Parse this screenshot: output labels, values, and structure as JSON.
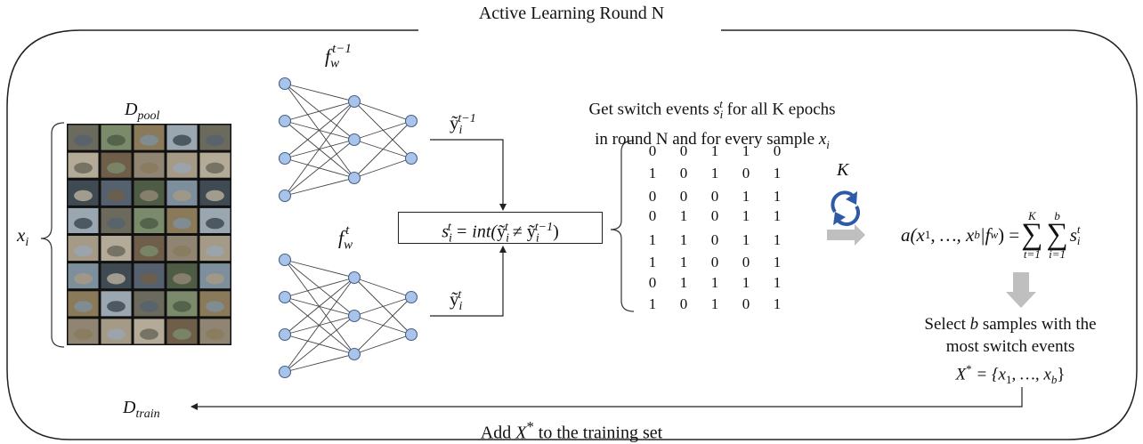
{
  "title": "Active Learning Round N",
  "pool_label": "D",
  "pool_label_sub": "pool",
  "input_label": "x",
  "input_label_sub": "i",
  "model_prev": {
    "base": "f",
    "sub": "w",
    "sup": "t−1"
  },
  "model_curr": {
    "base": "f",
    "sub": "w",
    "sup": "t"
  },
  "pred_prev": {
    "base": "ỹ",
    "sub": "i",
    "sup": "t−1"
  },
  "pred_curr": {
    "base": "ỹ",
    "sub": "i",
    "sup": "t"
  },
  "formula": {
    "lhs": "s",
    "lhs_sub": "i",
    "lhs_sup": "t",
    "eq": " = int(",
    "a": "ỹ",
    "a_sub": "i",
    "a_sup": "t",
    "neq": " ≠ ",
    "b": "ỹ",
    "b_sub": "i",
    "b_sup": "t−1",
    "close": ")"
  },
  "switch_text": {
    "line1_a": "Get switch events ",
    "line1_var": "s",
    "line1_sub": "i",
    "line1_sup": "t",
    "line1_b": " for all K epochs",
    "line2_a": "in round N and for every sample ",
    "line2_var": "x",
    "line2_sub": "i"
  },
  "matrix": [
    [
      0,
      0,
      1,
      1,
      0
    ],
    [
      1,
      0,
      1,
      0,
      1
    ],
    [
      0,
      0,
      0,
      1,
      1
    ],
    [
      0,
      1,
      0,
      1,
      1
    ],
    [
      1,
      1,
      0,
      1,
      1
    ],
    [
      1,
      1,
      0,
      0,
      1
    ],
    [
      0,
      1,
      1,
      1,
      1
    ],
    [
      1,
      0,
      1,
      0,
      1
    ]
  ],
  "loop_label": "K",
  "acquisition": {
    "lhs": "a(x",
    "s1": "1",
    "mid": ", …, x",
    "s2": "b",
    "bar": "|f",
    "s3": "w",
    "rhs": ") = ",
    "sum1_top": "K",
    "sum1_bot": "t=1",
    "sum2_top": "b",
    "sum2_bot": "i=1",
    "term": "s",
    "term_sub": "i",
    "term_sup": "t"
  },
  "select_text": {
    "line1_a": "Select ",
    "line1_var": "b",
    "line1_b": " samples with the",
    "line2": "most switch events",
    "line3_a": "X",
    "line3_sup": "*",
    "line3_b": " = {x",
    "line3_s1": "1",
    "line3_c": ", …, x",
    "line3_s2": "b",
    "line3_d": "}"
  },
  "train_label": "D",
  "train_label_sub": "train",
  "bottom_text": {
    "a": "Add ",
    "var": "X",
    "sup": "*",
    "b": " to the training set"
  },
  "colors": {
    "node_fill": "#a9c4eb",
    "node_stroke": "#4a5f85",
    "loop_arrow": "#2e5aa6",
    "gray_arrow": "#bfbfbf",
    "frame": "#222222"
  },
  "image_grid": {
    "rows": 8,
    "cols": 5
  }
}
